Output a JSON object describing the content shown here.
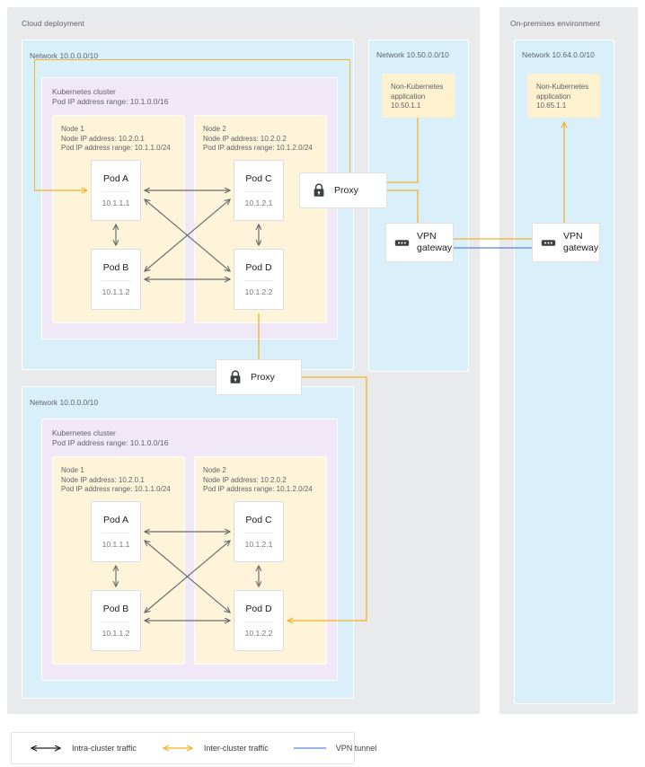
{
  "environments": {
    "cloud": {
      "title": "Cloud deployment"
    },
    "onprem": {
      "title": "On-premises environment"
    }
  },
  "networks": {
    "cloud_a": {
      "title": "Network 10.0.0.0/10"
    },
    "cloud_b": {
      "title": "Network 10.0.0.0/10"
    },
    "cloud_nonk8s": {
      "title": "Network 10.50.0.0/10"
    },
    "onprem": {
      "title": "Network 10.64.0.0/10"
    }
  },
  "clusters": [
    {
      "id": "cluster-top",
      "line1": "Kubernetes cluster",
      "line2": "Pod IP address range: 10.1.0.0/16",
      "nodes": [
        {
          "name": "Node 1",
          "ip_line": "Node IP address: 10.2.0.1",
          "pod_range_line": "Pod IP address range: 10.1.1.0/24",
          "pods": [
            {
              "name": "Pod A",
              "ip": "10.1.1.1"
            },
            {
              "name": "Pod B",
              "ip": "10.1.1.2"
            }
          ]
        },
        {
          "name": "Node 2",
          "ip_line": "Node IP address: 10.2.0.2",
          "pod_range_line": "Pod IP address range: 10.1.2.0/24",
          "pods": [
            {
              "name": "Pod C",
              "ip": "10.1.2.1"
            },
            {
              "name": "Pod D",
              "ip": "10.1.2.2"
            }
          ]
        }
      ]
    },
    {
      "id": "cluster-bottom",
      "line1": "Kubernetes cluster",
      "line2": "Pod IP address range: 10.1.0.0/16",
      "nodes": [
        {
          "name": "Node 1",
          "ip_line": "Node IP address: 10.2.0.1",
          "pod_range_line": "Pod IP address range: 10.1.1.0/24",
          "pods": [
            {
              "name": "Pod A",
              "ip": "10.1.1.1"
            },
            {
              "name": "Pod B",
              "ip": "10.1.1.2"
            }
          ]
        },
        {
          "name": "Node 2",
          "ip_line": "Node IP address: 10.2.0.2",
          "pod_range_line": "Pod IP address range: 10.1.2.0/24",
          "pods": [
            {
              "name": "Pod C",
              "ip": "10.1.2.1"
            },
            {
              "name": "Pod D",
              "ip": "10.1.2.2"
            }
          ]
        }
      ]
    }
  ],
  "applications": [
    {
      "id": "app-cloud",
      "line1": "Non-Kubernetes",
      "line2": "application",
      "line3": "10.50.1.1"
    },
    {
      "id": "app-onprem",
      "line1": "Non-Kubernetes",
      "line2": "application",
      "line3": "10.65.1.1"
    }
  ],
  "devices": {
    "proxy_top": {
      "label": "Proxy",
      "icon": "lock-icon"
    },
    "proxy_bottom": {
      "label": "Proxy",
      "icon": "lock-icon"
    },
    "vpn_cloud": {
      "label_line1": "VPN",
      "label_line2": "gateway",
      "icon": "vpn-gateway-icon"
    },
    "vpn_onprem": {
      "label_line1": "VPN",
      "label_line2": "gateway",
      "icon": "vpn-gateway-icon"
    }
  },
  "legend": {
    "items": [
      {
        "label": "Intra-cluster traffic",
        "color": "#202124",
        "style": "double-arrow"
      },
      {
        "label": "Inter-cluster traffic",
        "color": "#f3b229",
        "style": "double-arrow"
      },
      {
        "label": "VPN tunnel",
        "color": "#5d81d8",
        "style": "line"
      }
    ]
  },
  "colors": {
    "environment_bg": "#e8eaec",
    "network_bg": "#d9f0fb",
    "cluster_bg": "#f0e7f7",
    "node_bg": "#fdf4d9",
    "app_bg": "#fdf1d0",
    "intra_traffic": "#6b6b6b",
    "inter_traffic": "#f3b229",
    "vpn_tunnel": "#5d81d8",
    "text_primary": "#202124",
    "text_secondary": "#5f6368"
  }
}
